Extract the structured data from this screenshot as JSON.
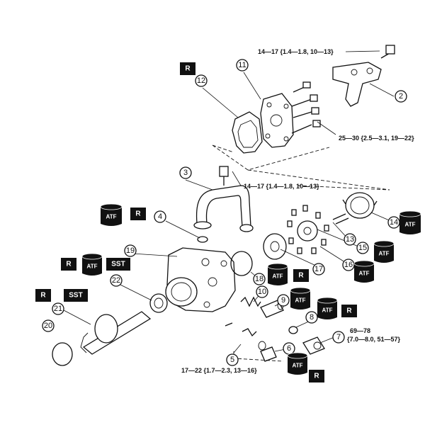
{
  "callouts": {
    "c2": "2",
    "c3": "3",
    "c4": "4",
    "c5": "5",
    "c6": "6",
    "c7": "7",
    "c8": "8",
    "c9": "9",
    "c10": "10",
    "c11": "11",
    "c12": "12",
    "c13": "13",
    "c14": "14",
    "c15": "15",
    "c16": "16",
    "c17": "17",
    "c18": "18",
    "c19": "19",
    "c20": "20",
    "c21": "21",
    "c22": "22"
  },
  "torque_specs": {
    "bracket_bolt": "14—17 {1.4—1.8, 10—13}",
    "cover_bolts": "25—30 {2.5—3.1, 19—22}",
    "pipe_bolt": "14—17 {1.4—1.8, 10—13}",
    "fitting_line1": "69—78",
    "fitting_line2": "{7.0—8.0, 51—57}",
    "valve_bolt": "17—22 {1.7—2.3, 13—16}"
  },
  "badges": {
    "r": "R",
    "atf": "ATF",
    "sst": "SST"
  },
  "colors": {
    "ink": "#111111",
    "badge_fill": "#111111",
    "paper": "#ffffff"
  }
}
